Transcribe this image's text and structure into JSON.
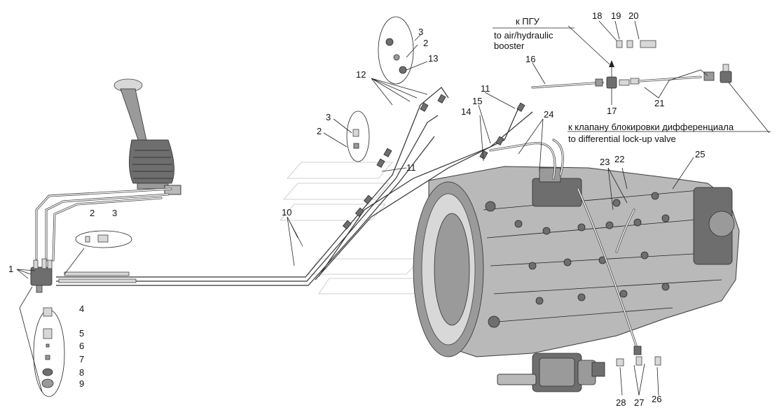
{
  "captions": {
    "to_booster_ru": "к ПГУ",
    "to_booster_en_line1": "to air/hydraulic",
    "to_booster_en_line2": "booster",
    "to_lockup_ru": "к клапану блокировки дифференциала",
    "to_lockup_en": "to differential lock-up valve"
  },
  "part_numbers": {
    "p1": "1",
    "p2_left": "2",
    "p3_left": "3",
    "p4": "4",
    "p5": "5",
    "p6": "6",
    "p7": "7",
    "p8": "8",
    "p9": "9",
    "p10": "10",
    "p2_mid": "2",
    "p3_mid": "3",
    "p11_low": "11",
    "p12": "12",
    "p3_top": "3",
    "p2_top": "2",
    "p13": "13",
    "p14": "14",
    "p15": "15",
    "p11_top": "11",
    "p16": "16",
    "p17": "17",
    "p18": "18",
    "p19": "19",
    "p20": "20",
    "p21": "21",
    "p24": "24",
    "p23": "23",
    "p22": "22",
    "p25": "25",
    "p28": "28",
    "p27": "27",
    "p26": "26"
  }
}
